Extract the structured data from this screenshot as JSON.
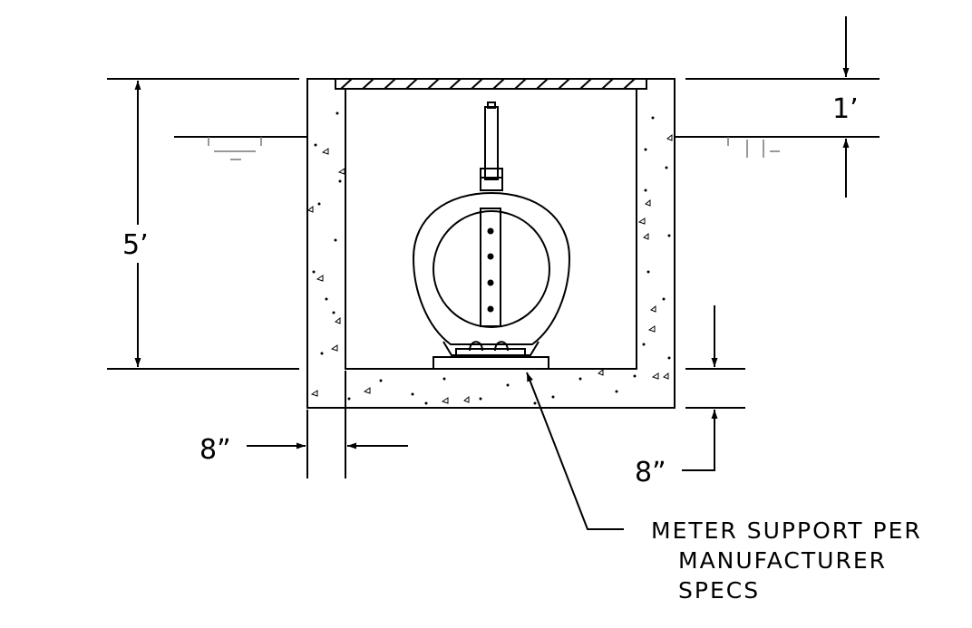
{
  "dimensions": {
    "height_total": "5’",
    "cover_depth": "1’",
    "wall_thickness": "8”",
    "slab_thickness": "8”"
  },
  "note": {
    "line1": "METER SUPPORT PER",
    "line2": "MANUFACTURER",
    "line3": "SPECS"
  }
}
